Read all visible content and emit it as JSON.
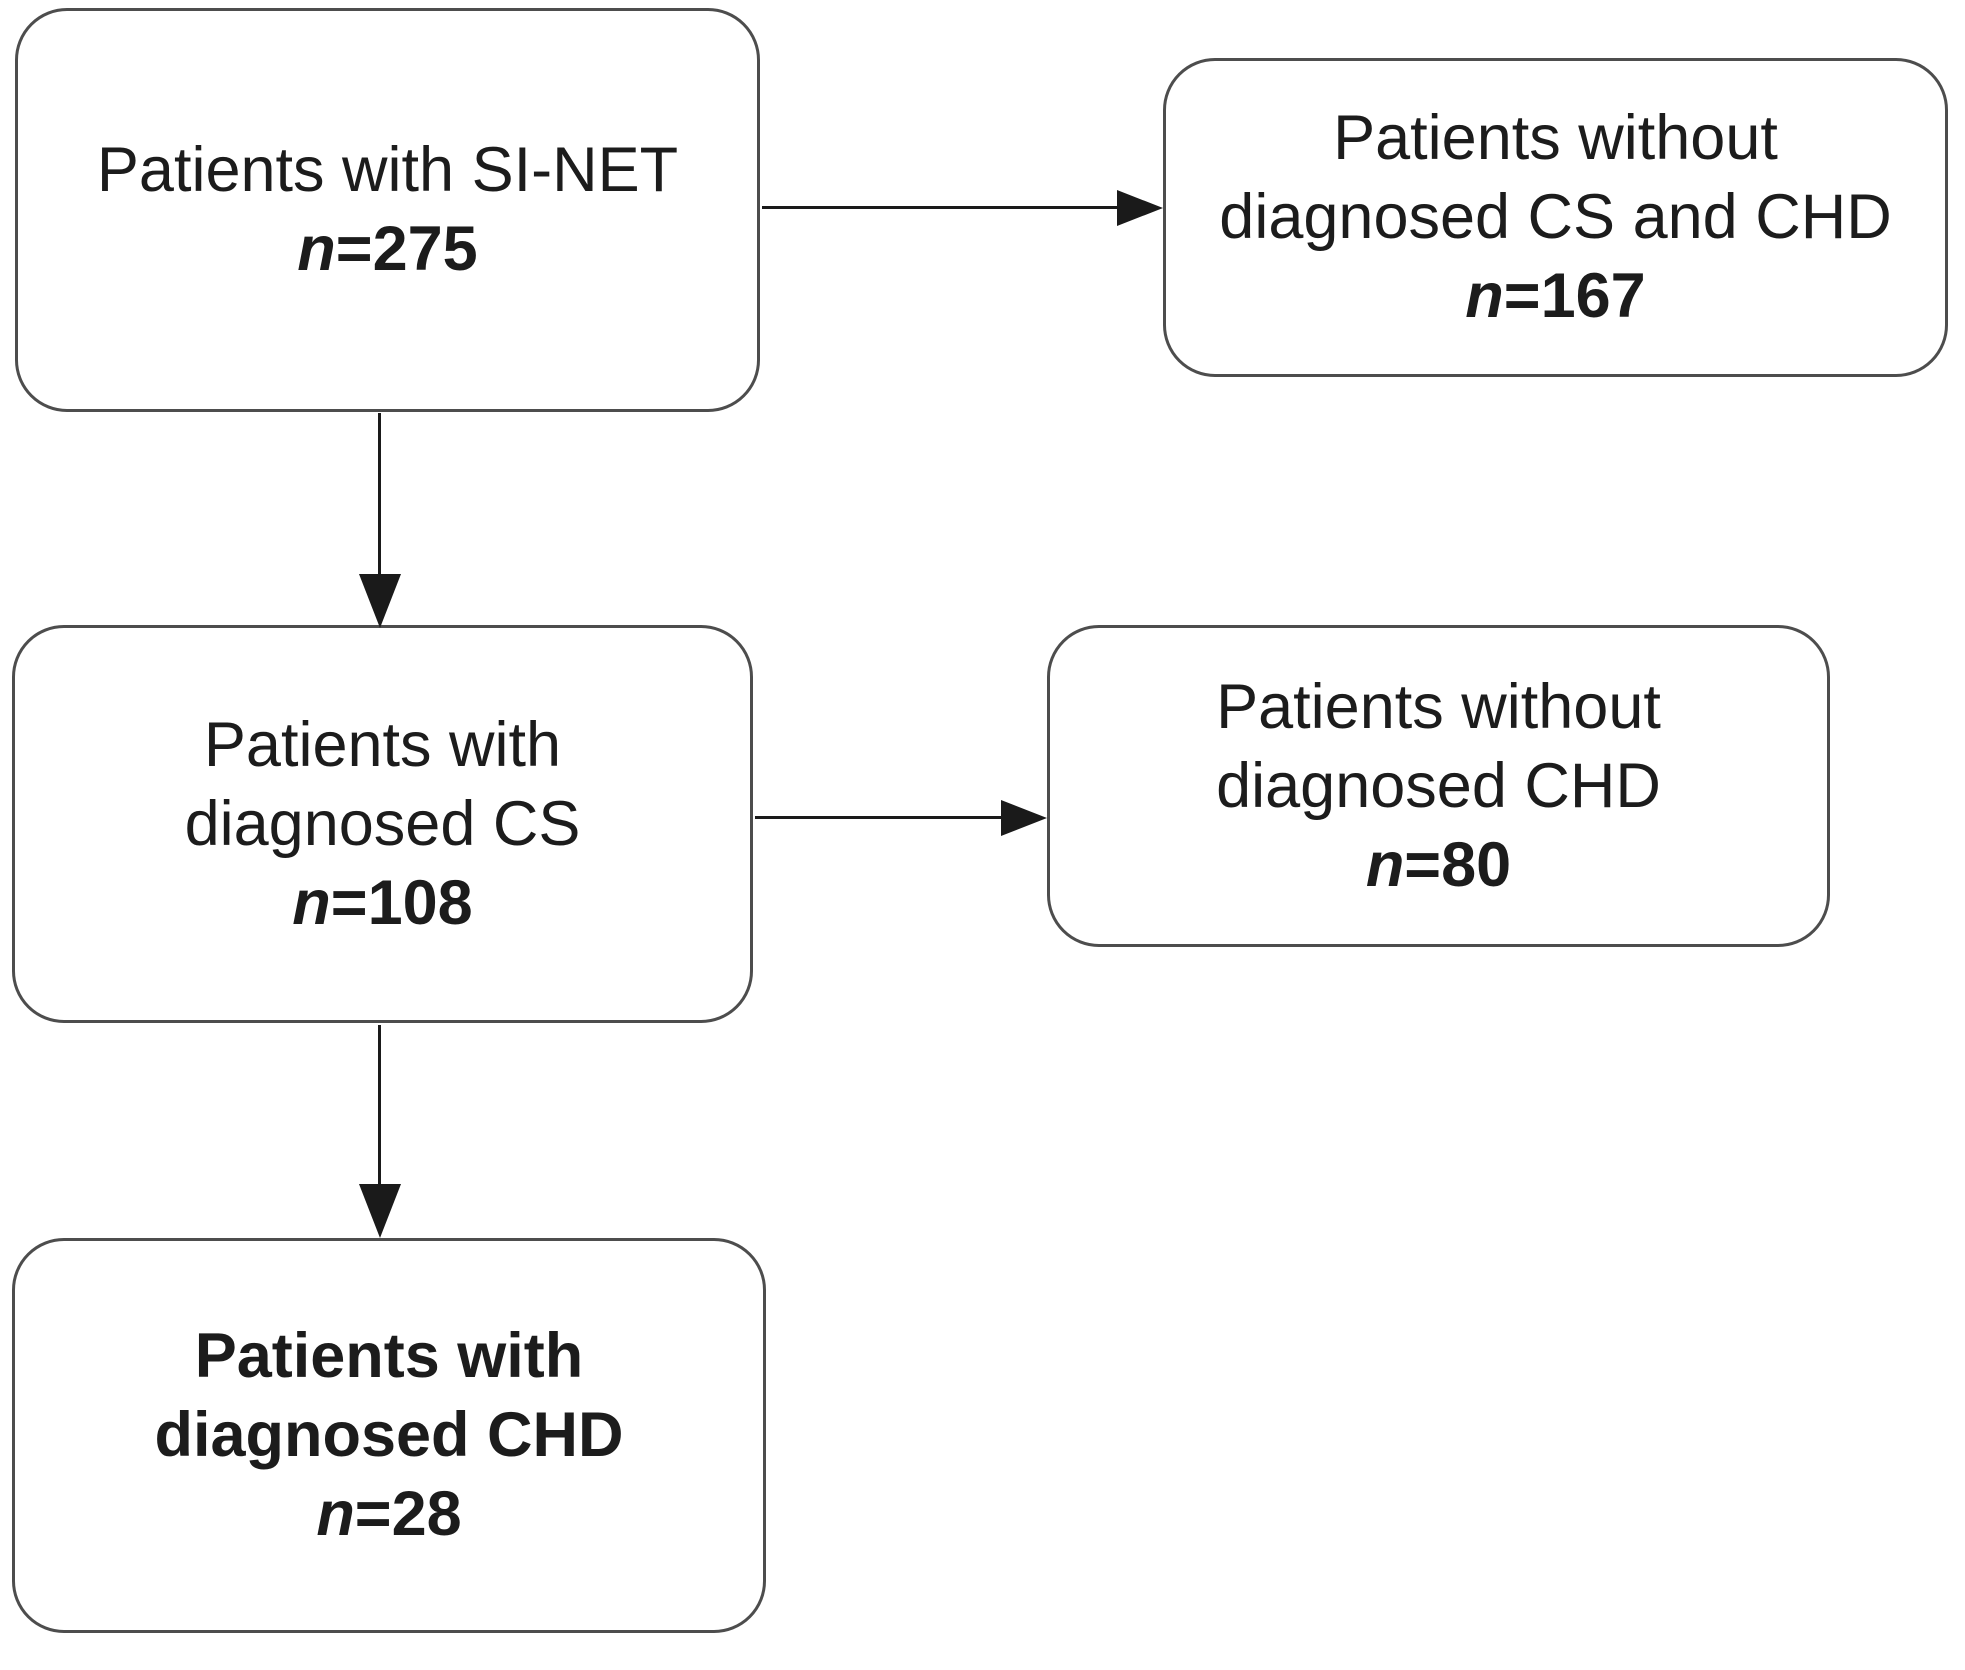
{
  "diagram": {
    "type": "flowchart",
    "colors": {
      "background": "#ffffff",
      "box_border": "#4d4d4d",
      "text": "#1c1c1c",
      "arrow": "#1a1a1a"
    },
    "nodes": [
      {
        "id": "patients-si-net",
        "lines": [
          "Patients with SI-NET"
        ],
        "n_italic": "n",
        "n_rest": "=275",
        "emphasis": "normal"
      },
      {
        "id": "patients-without-cs-chd",
        "lines": [
          "Patients without",
          "diagnosed CS and CHD"
        ],
        "n_italic": "n",
        "n_rest": "=167",
        "emphasis": "normal"
      },
      {
        "id": "patients-with-cs",
        "lines": [
          "Patients with",
          "diagnosed CS"
        ],
        "n_italic": "n",
        "n_rest": "=108",
        "emphasis": "normal"
      },
      {
        "id": "patients-without-chd",
        "lines": [
          "Patients without",
          "diagnosed CHD"
        ],
        "n_italic": "n",
        "n_rest": "=80",
        "emphasis": "normal"
      },
      {
        "id": "patients-with-chd",
        "lines": [
          "Patients with",
          "diagnosed CHD"
        ],
        "n_italic": "n",
        "n_rest": "=28",
        "emphasis": "bold"
      }
    ],
    "edges": [
      {
        "from": "patients-si-net",
        "to": "patients-without-cs-chd",
        "direction": "right"
      },
      {
        "from": "patients-si-net",
        "to": "patients-with-cs",
        "direction": "down"
      },
      {
        "from": "patients-with-cs",
        "to": "patients-without-chd",
        "direction": "right"
      },
      {
        "from": "patients-with-cs",
        "to": "patients-with-chd",
        "direction": "down"
      }
    ]
  }
}
